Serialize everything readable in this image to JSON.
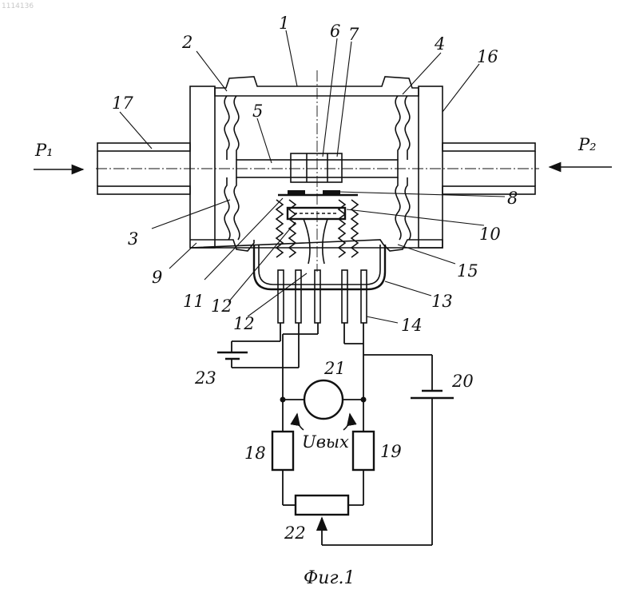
{
  "header": {
    "stamp": "1114136"
  },
  "pressure": {
    "p1": "P₁",
    "p2": "P₂"
  },
  "output": {
    "voltage_label": "Uвых"
  },
  "labels": {
    "n1": "1",
    "n2": "2",
    "n3": "3",
    "n4": "4",
    "n5": "5",
    "n6": "6",
    "n7": "7",
    "n8": "8",
    "n9": "9",
    "n10": "10",
    "n11": "11",
    "n12a": "12",
    "n12b": "12",
    "n13": "13",
    "n14": "14",
    "n15": "15",
    "n16": "16",
    "n17": "17",
    "n18": "18",
    "n19": "19",
    "n20": "20",
    "n21": "21",
    "n22": "22",
    "n23": "23"
  },
  "caption": {
    "text": "Фиг.1"
  }
}
